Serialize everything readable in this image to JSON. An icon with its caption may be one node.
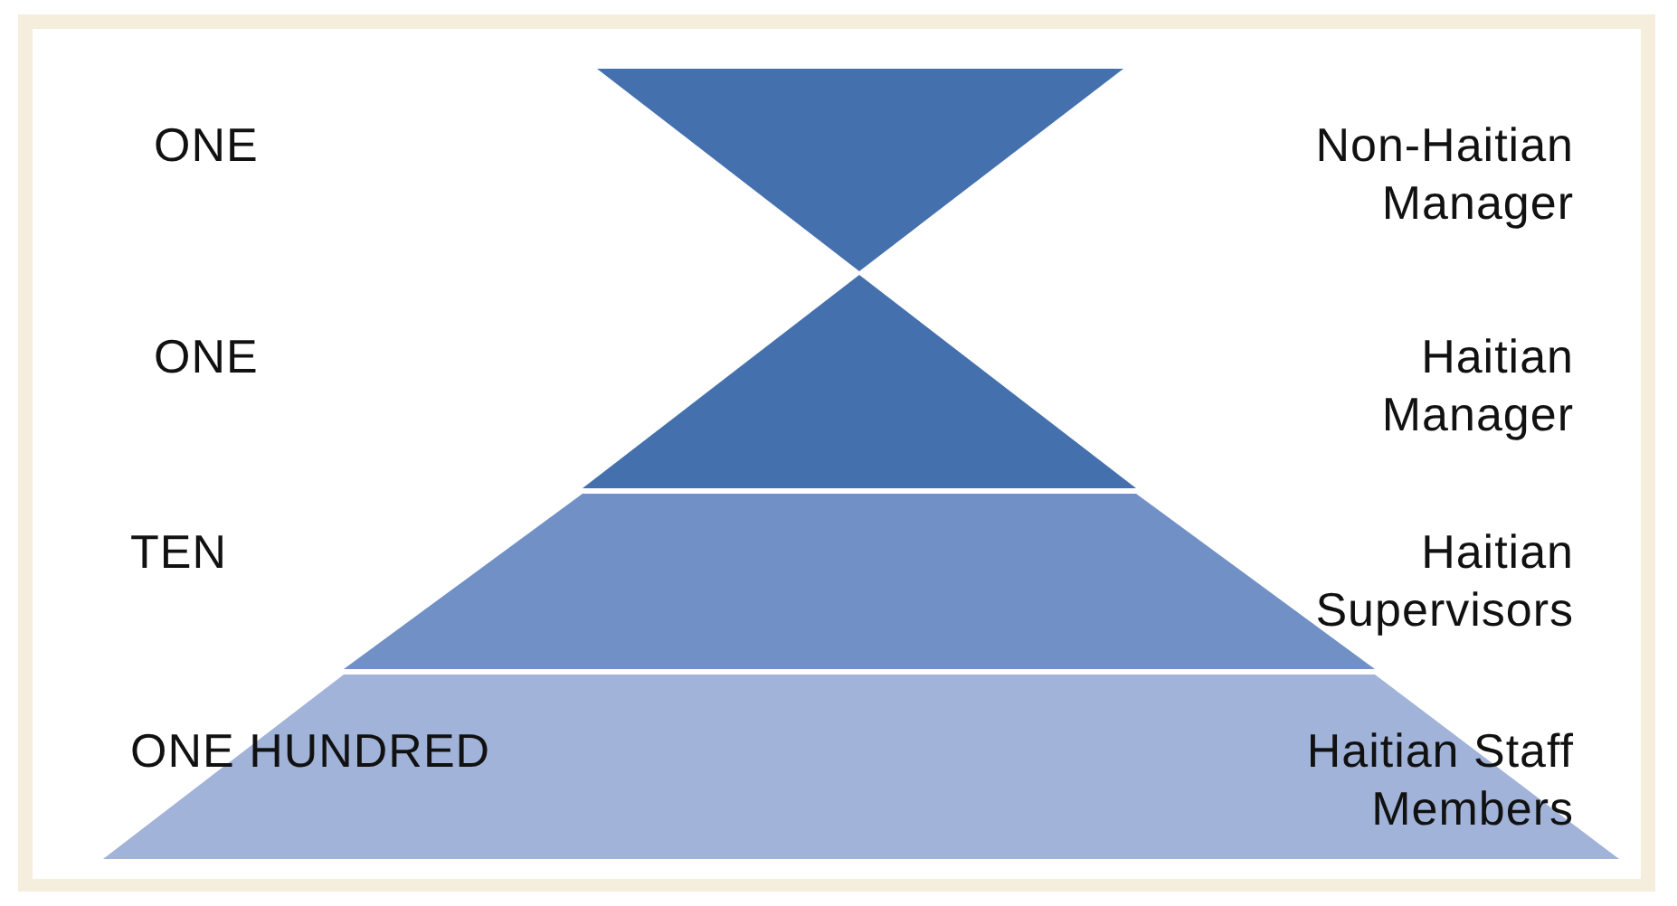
{
  "diagram": {
    "labels": [
      "ONE",
      "Non-Haitian Manager",
      "ONE",
      "Haitian Manager",
      "TEN",
      "Haitian Supervisors",
      "ONE HUNDRED",
      "Haitian Staff Members"
    ]
  }
}
